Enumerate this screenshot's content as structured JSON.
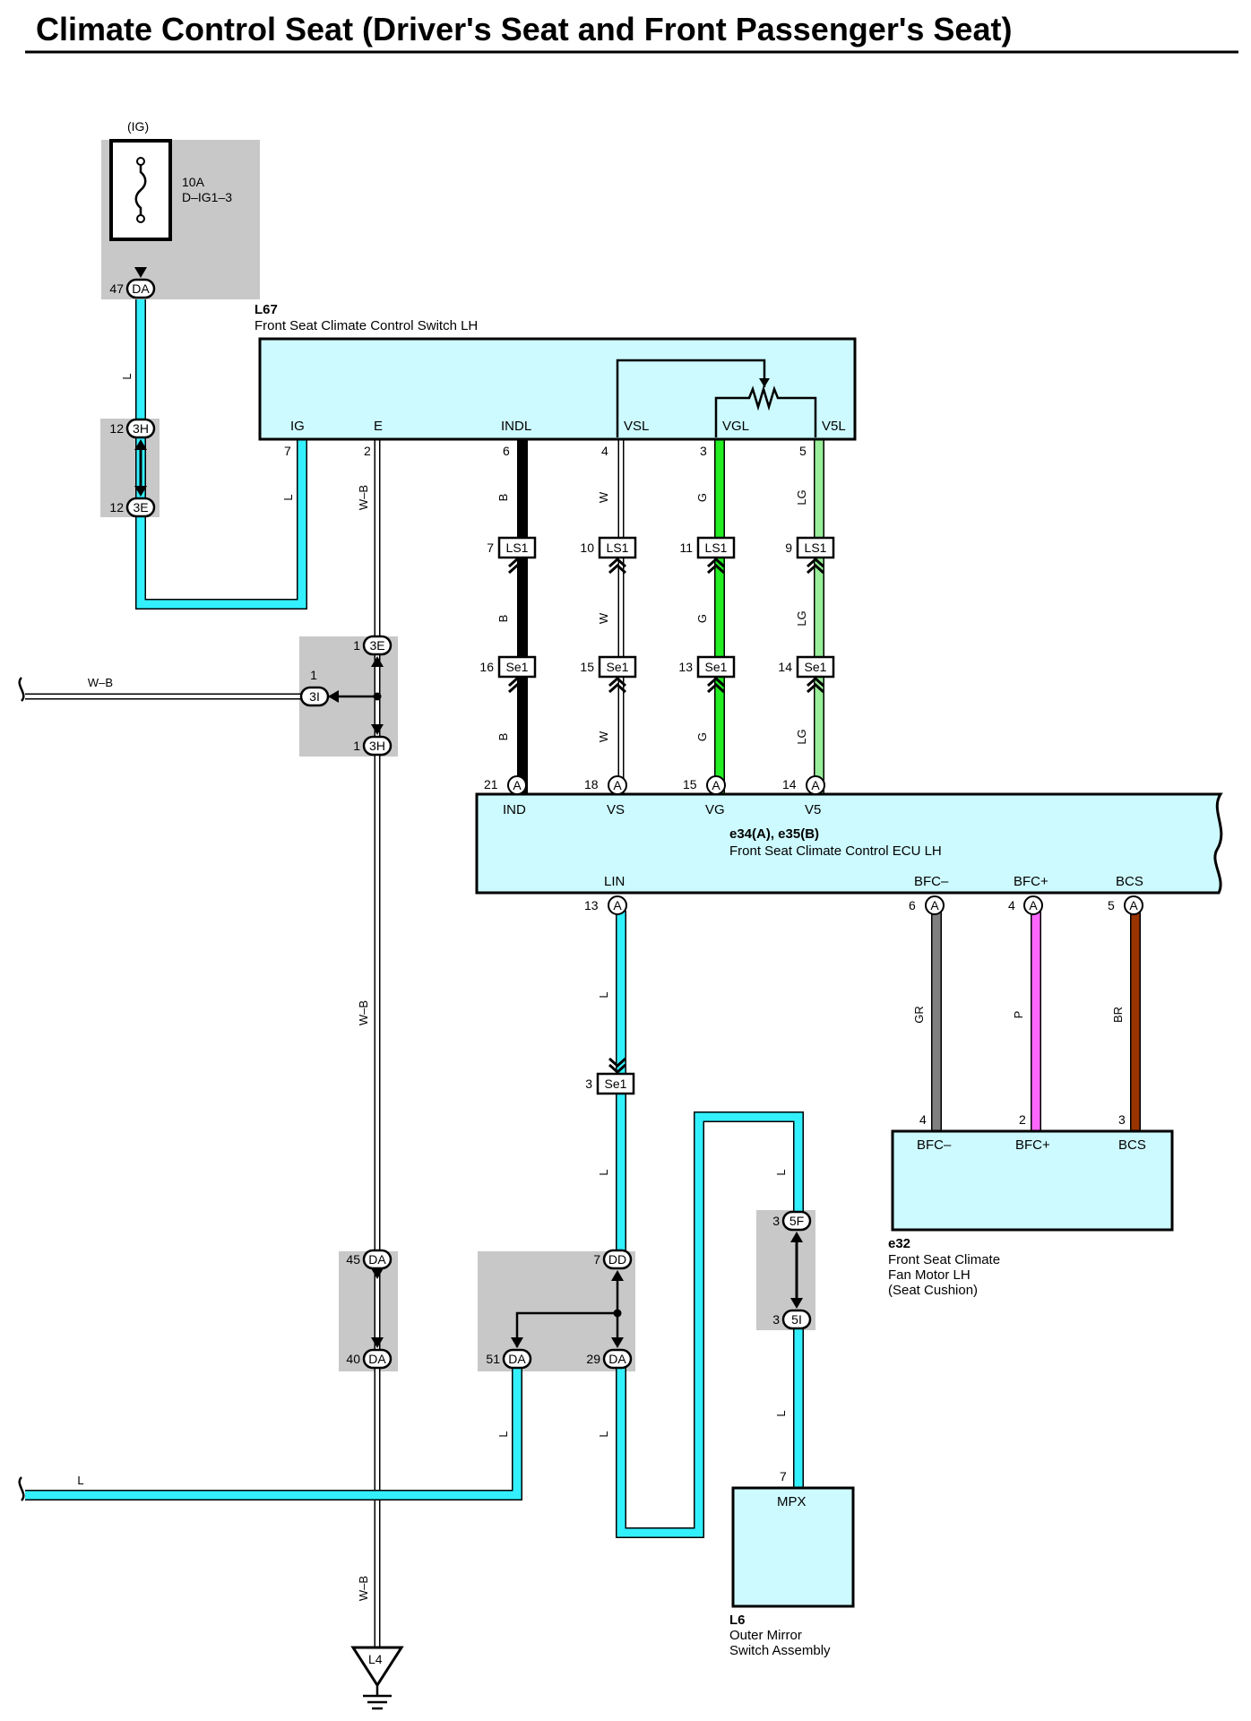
{
  "title": "Climate Control Seat (Driver's Seat and Front Passenger's Seat)",
  "colors": {
    "L": "#33f0ff",
    "B": "#000000",
    "W": "#ffffff",
    "G": "#22ee22",
    "LG": "#99ee99",
    "GR": "#808080",
    "P": "#ff66ff",
    "BR": "#993300",
    "WB": "#ffffff",
    "component_fill": "#cdfaff",
    "splice_box": "#c8c8c8"
  },
  "fuse": {
    "power": "(IG)",
    "rating": "10A",
    "name": "D–IG1–3",
    "connector": "DA",
    "pin": "47"
  },
  "switch_l67": {
    "code": "L67",
    "name": "Front Seat Climate Control Switch LH",
    "terminals": {
      "ig": "IG",
      "e": "E",
      "indl": "INDL",
      "vsl": "VSL",
      "vgl": "VGL",
      "v5l": "V5L"
    },
    "pins": {
      "ig": "7",
      "e": "2",
      "indl": "6",
      "vsl": "4",
      "vgl": "3",
      "v5l": "5"
    }
  },
  "ecu": {
    "code": "e34(A), e35(B)",
    "name": "Front Seat Climate Control ECU LH",
    "terminals": {
      "ind": "IND",
      "vs": "VS",
      "vg": "VG",
      "v5": "V5",
      "lin": "LIN",
      "bfcm": "BFC–",
      "bfcp": "BFC+",
      "bcs": "BCS"
    },
    "pins": {
      "ind": "21",
      "vs": "18",
      "vg": "15",
      "v5": "14",
      "lin": "13",
      "bfcm": "6",
      "bfcp": "4",
      "bcs": "5"
    },
    "connector": "A"
  },
  "fan_motor": {
    "code": "e32",
    "name_line1": "Front Seat Climate",
    "name_line2": "Fan Motor LH",
    "name_line3": "(Seat Cushion)",
    "terminals": {
      "bfcm": "BFC–",
      "bfcp": "BFC+",
      "bcs": "BCS"
    },
    "pins": {
      "bfcm": "4",
      "bfcp": "2",
      "bcs": "3"
    }
  },
  "mirror_switch": {
    "code": "L6",
    "name_line1": "Outer Mirror",
    "name_line2": "Switch Assembly",
    "terminal": "MPX",
    "pin": "7"
  },
  "ground": {
    "code": "L4"
  },
  "connectors": {
    "c3h_top": {
      "code": "3H",
      "pin": "12"
    },
    "c3e_top": {
      "code": "3E",
      "pin": "12"
    },
    "ls1_ind": {
      "code": "LS1",
      "pin": "7"
    },
    "ls1_vs": {
      "code": "LS1",
      "pin": "10"
    },
    "ls1_vg": {
      "code": "LS1",
      "pin": "11"
    },
    "ls1_v5": {
      "code": "LS1",
      "pin": "9"
    },
    "se1_ind": {
      "code": "Se1",
      "pin": "16"
    },
    "se1_vs": {
      "code": "Se1",
      "pin": "15"
    },
    "se1_vg": {
      "code": "Se1",
      "pin": "13"
    },
    "se1_v5": {
      "code": "Se1",
      "pin": "14"
    },
    "c3e_mid": {
      "code": "3E",
      "pin": "1"
    },
    "c3i": {
      "code": "3I",
      "pin": "1"
    },
    "c3h_mid": {
      "code": "3H",
      "pin": "1"
    },
    "se1_lin": {
      "code": "Se1",
      "pin": "3"
    },
    "c5f": {
      "code": "5F",
      "pin": "3"
    },
    "c5i": {
      "code": "5I",
      "pin": "3"
    },
    "da45": {
      "code": "DA",
      "pin": "45"
    },
    "da40": {
      "code": "DA",
      "pin": "40"
    },
    "dd7": {
      "code": "DD",
      "pin": "7"
    },
    "da51": {
      "code": "DA",
      "pin": "51"
    },
    "da29": {
      "code": "DA",
      "pin": "29"
    }
  },
  "wire_labels": {
    "l": "L",
    "wb": "W–B",
    "b": "B",
    "w": "W",
    "g": "G",
    "lg": "LG",
    "gr": "GR",
    "p": "P",
    "br": "BR"
  }
}
